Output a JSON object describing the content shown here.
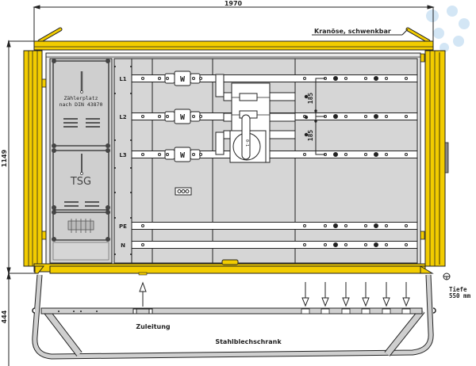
{
  "dimensions": {
    "width": "1970",
    "height_cabinet": "1149",
    "height_frame": "444",
    "busbar_spacing_1": "185",
    "busbar_spacing_2": "185"
  },
  "labels": {
    "crane_eye": "Kranöse, schwenkbar",
    "meter_place_line1": "Zählerplatz",
    "meter_place_line2": "nach DIN 43870",
    "tsg": "TSG",
    "supply": "Zuleitung",
    "cabinet": "Stahlblechschrank",
    "depth_line1": "Tiefe",
    "depth_line2": "550 mm",
    "switch_label": "0-1"
  },
  "busbars": [
    {
      "label": "L1"
    },
    {
      "label": "L2"
    },
    {
      "label": "L3"
    },
    {
      "label": "PE"
    },
    {
      "label": "N"
    }
  ],
  "fuse_label": "W",
  "colors": {
    "yellow": "#f2cc00",
    "yellow_dark": "#c9a600",
    "panel_gray": "#d6d6d6",
    "frame_gray": "#c8c8c8",
    "line": "#222222",
    "watermark": "#bcd8ef"
  }
}
